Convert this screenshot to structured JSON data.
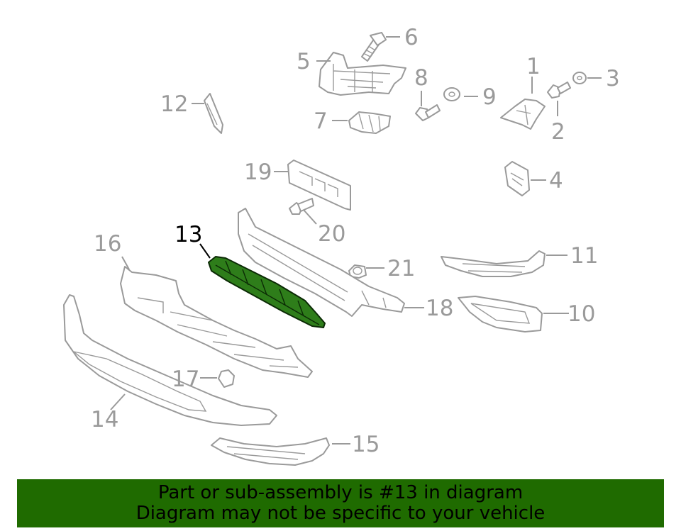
{
  "diagram": {
    "highlight_color": "#2e7d1a",
    "callouts": [
      {
        "id": "c1",
        "label": "1"
      },
      {
        "id": "c2",
        "label": "2"
      },
      {
        "id": "c3",
        "label": "3"
      },
      {
        "id": "c4",
        "label": "4"
      },
      {
        "id": "c5",
        "label": "5"
      },
      {
        "id": "c6",
        "label": "6"
      },
      {
        "id": "c7",
        "label": "7"
      },
      {
        "id": "c8",
        "label": "8"
      },
      {
        "id": "c9",
        "label": "9"
      },
      {
        "id": "c10",
        "label": "10"
      },
      {
        "id": "c11",
        "label": "11"
      },
      {
        "id": "c12",
        "label": "12"
      },
      {
        "id": "c13",
        "label": "13",
        "highlighted": true
      },
      {
        "id": "c14",
        "label": "14"
      },
      {
        "id": "c15",
        "label": "15"
      },
      {
        "id": "c16",
        "label": "16"
      },
      {
        "id": "c17",
        "label": "17"
      },
      {
        "id": "c18",
        "label": "18"
      },
      {
        "id": "c19",
        "label": "19"
      },
      {
        "id": "c20",
        "label": "20"
      },
      {
        "id": "c21",
        "label": "21"
      }
    ]
  },
  "banner": {
    "background": "#1f6b00",
    "line1": "Part or sub-assembly is #13 in diagram",
    "line2": "Diagram may not be specific to your vehicle"
  }
}
